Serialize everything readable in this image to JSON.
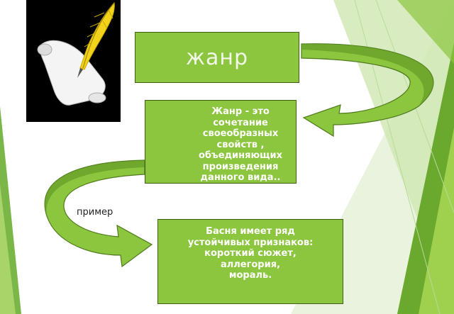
{
  "slide": {
    "genre_box": {
      "text": "жанр"
    },
    "definition_box": {
      "text": "Жанр -  это сочетание\nсвоеобразных\nсвойств ,\nобъединяющих\nпроизведения данного вида.."
    },
    "example_label": "пример",
    "example_box": {
      "text": "Басня имеет ряд\nустойчивых признаков:\nкороткий сюжет,\nаллегория,\nмораль."
    }
  },
  "colors": {
    "box_fill": "#8cc63e",
    "arrow_fill": "#8cc63e",
    "arrow_edge": "#4e7a1c",
    "accent_green": "#7ab648",
    "logo_background": "#000000"
  },
  "icons": {
    "logo": "quill-and-scroll-icon"
  }
}
